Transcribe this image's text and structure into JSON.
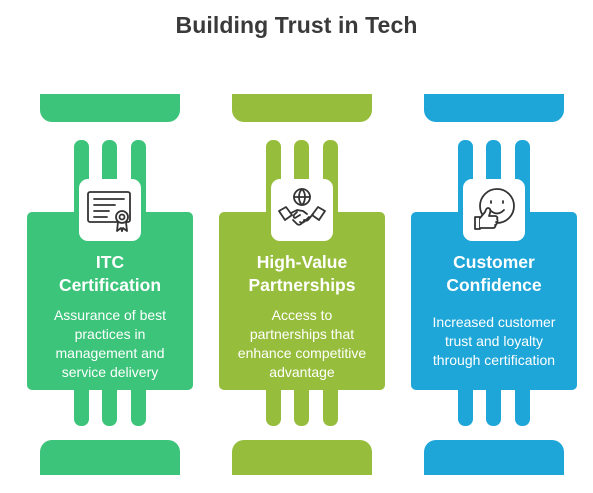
{
  "title": "Building Trust in Tech",
  "colors": {
    "green": "#3cc47a",
    "olive": "#97bd3c",
    "blue": "#1ea6d8",
    "title_text": "#3a3a3a"
  },
  "pillars": [
    {
      "icon": "certificate-icon",
      "heading": "ITC Certification",
      "heading_lines": [
        "ITC",
        "Certification"
      ],
      "description": "Assurance of best practices in management and service delivery",
      "description_lines": [
        "Assurance of best",
        "practices in",
        "management and",
        "service delivery"
      ]
    },
    {
      "icon": "handshake-globe-icon",
      "heading": "High-Value Partnerships",
      "heading_lines": [
        "High-Value",
        "Partnerships"
      ],
      "description": "Access to partnerships that enhance competitive advantage",
      "description_lines": [
        "Access to",
        "partnerships that",
        "enhance competitive",
        "advantage"
      ]
    },
    {
      "icon": "thumbs-up-smiley-icon",
      "heading": "Customer Confidence",
      "heading_lines": [
        "Customer",
        "Confidence"
      ],
      "description": "Increased customer trust and loyalty through certification",
      "description_lines": [
        "Increased customer",
        "trust and loyalty",
        "through certification"
      ]
    }
  ]
}
